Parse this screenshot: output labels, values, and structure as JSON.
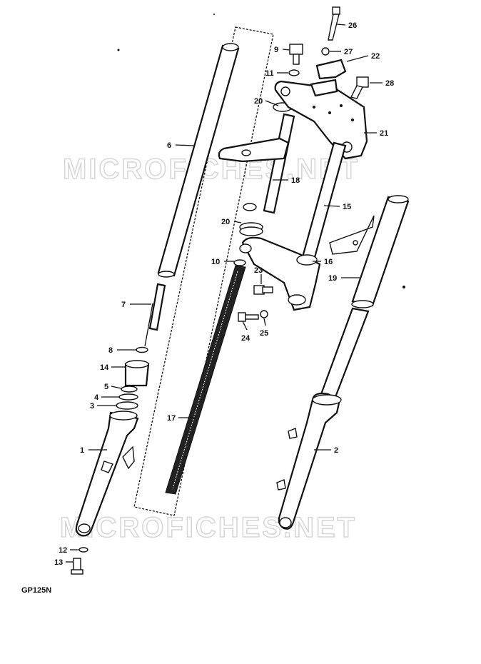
{
  "watermarks": [
    "MICROFICHES.NET",
    "MICROFICHES.NET"
  ],
  "model_code": "GP125N",
  "callouts": [
    {
      "id": "c1",
      "label": "1"
    },
    {
      "id": "c2",
      "label": "2"
    },
    {
      "id": "c3",
      "label": "3"
    },
    {
      "id": "c4",
      "label": "4"
    },
    {
      "id": "c5",
      "label": "5"
    },
    {
      "id": "c6",
      "label": "6"
    },
    {
      "id": "c7",
      "label": "7"
    },
    {
      "id": "c8",
      "label": "8"
    },
    {
      "id": "c9",
      "label": "9"
    },
    {
      "id": "c10",
      "label": "10"
    },
    {
      "id": "c11",
      "label": "11"
    },
    {
      "id": "c12",
      "label": "12"
    },
    {
      "id": "c13",
      "label": "13"
    },
    {
      "id": "c14",
      "label": "14"
    },
    {
      "id": "c15",
      "label": "15"
    },
    {
      "id": "c16",
      "label": "16"
    },
    {
      "id": "c17",
      "label": "17"
    },
    {
      "id": "c18",
      "label": "18"
    },
    {
      "id": "c19",
      "label": "19"
    },
    {
      "id": "c20a",
      "label": "20"
    },
    {
      "id": "c20b",
      "label": "20"
    },
    {
      "id": "c21",
      "label": "21"
    },
    {
      "id": "c22",
      "label": "22"
    },
    {
      "id": "c23",
      "label": "23"
    },
    {
      "id": "c24",
      "label": "24"
    },
    {
      "id": "c25",
      "label": "25"
    },
    {
      "id": "c26",
      "label": "26"
    },
    {
      "id": "c27",
      "label": "27"
    },
    {
      "id": "c28",
      "label": "28"
    }
  ]
}
